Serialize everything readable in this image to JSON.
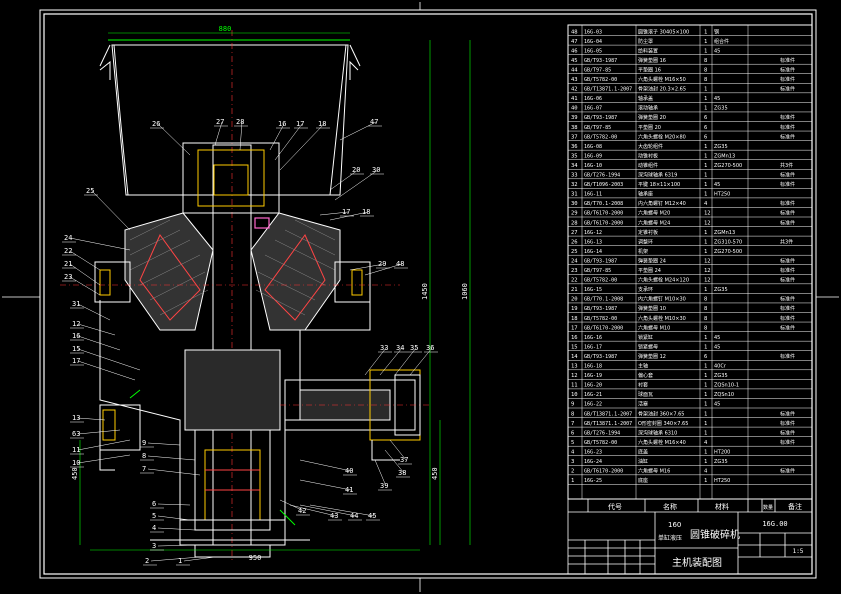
{
  "drawing": {
    "title_block": {
      "model": "160",
      "subtitle": "单缸液压",
      "machine": "圆锥破碎机",
      "drawing_name": "主机装配图",
      "drawing_no": "16G.00",
      "scale": "1:5",
      "hdr_code": "代号",
      "hdr_name": "名称",
      "hdr_material": "材料",
      "hdr_remark": "备注",
      "hdr_qty": "数量"
    },
    "dims": {
      "top_width": "880",
      "bottom_width": "950",
      "overall_height": "1060",
      "h2": "1450",
      "h3": "450",
      "h4": "450"
    },
    "part_labels_left": [
      "24",
      "22",
      "21",
      "23",
      "31",
      "12",
      "16",
      "15",
      "17",
      "13",
      "63",
      "11",
      "10",
      "9",
      "8",
      "7",
      "6",
      "5",
      "4",
      "3",
      "2",
      "1"
    ],
    "part_labels_top": [
      "26",
      "27",
      "28",
      "16",
      "17",
      "18",
      "47",
      "20",
      "30",
      "25",
      "17",
      "18"
    ],
    "part_labels_right": [
      "29",
      "48",
      "33",
      "34",
      "35",
      "36",
      "37",
      "38",
      "39",
      "40",
      "41",
      "42",
      "43",
      "44",
      "45"
    ]
  },
  "bom_rows": [
    [
      "48",
      "16G-03",
      "圆锥滚子 30405×100",
      "1",
      "钢",
      ""
    ],
    [
      "47",
      "16G-04",
      "防尘罩",
      "1",
      "组合件",
      ""
    ],
    [
      "46",
      "16G-05",
      "给料装置",
      "1",
      "45",
      ""
    ],
    [
      "45",
      "GB/T93-1987",
      "弹簧垫圈 16",
      "8",
      "",
      "标准件"
    ],
    [
      "44",
      "GB/T97-85",
      "平垫圈 16",
      "8",
      "",
      "标准件"
    ],
    [
      "43",
      "GB/T5782-00",
      "六角头螺栓 M16×50",
      "8",
      "",
      "标准件"
    ],
    [
      "42",
      "GB/T13871.1-2007",
      "骨架油封 20.3×2.65",
      "1",
      "",
      "标准件"
    ],
    [
      "41",
      "16G-06",
      "轴承盖",
      "1",
      "45",
      ""
    ],
    [
      "40",
      "16G-07",
      "滚动轴承",
      "1",
      "ZG35",
      ""
    ],
    [
      "39",
      "GB/T93-1987",
      "弹簧垫圈 20",
      "6",
      "",
      "标准件"
    ],
    [
      "38",
      "GB/T97-85",
      "平垫圈 20",
      "6",
      "",
      "标准件"
    ],
    [
      "37",
      "GB/T5782-00",
      "六角头螺栓 M20×80",
      "6",
      "",
      "标准件"
    ],
    [
      "36",
      "16G-08",
      "大齿轮组件",
      "1",
      "ZG35",
      ""
    ],
    [
      "35",
      "16G-09",
      "动锥衬板",
      "1",
      "ZGMn13",
      ""
    ],
    [
      "34",
      "16G-10",
      "动锥组件",
      "1",
      "ZG270-500",
      "共3件"
    ],
    [
      "33",
      "GB/T276-1994",
      "深沟球轴承 6319",
      "1",
      "",
      "标准件"
    ],
    [
      "32",
      "GB/T1096-2003",
      "平键 18×11×100",
      "1",
      "45",
      "标准件"
    ],
    [
      "31",
      "16G-11",
      "轴承座",
      "1",
      "HT250",
      ""
    ],
    [
      "30",
      "GB/T70.1-2008",
      "内六角螺钉 M12×40",
      "4",
      "",
      "标准件"
    ],
    [
      "29",
      "GB/T6170-2000",
      "六角螺母 M20",
      "12",
      "",
      "标准件"
    ],
    [
      "28",
      "GB/T6170-2000",
      "六角螺母 M24",
      "12",
      "",
      "标准件"
    ],
    [
      "27",
      "16G-12",
      "定锥衬板",
      "1",
      "ZGMn13",
      ""
    ],
    [
      "26",
      "16G-13",
      "调整环",
      "1",
      "ZG310-570",
      "共3件"
    ],
    [
      "25",
      "16G-14",
      "机架",
      "1",
      "ZG270-500",
      ""
    ],
    [
      "24",
      "GB/T93-1987",
      "弹簧垫圈 24",
      "12",
      "",
      "标准件"
    ],
    [
      "23",
      "GB/T97-85",
      "平垫圈 24",
      "12",
      "",
      "标准件"
    ],
    [
      "22",
      "GB/T5782-00",
      "六角头螺栓 M24×120",
      "12",
      "",
      "标准件"
    ],
    [
      "21",
      "16G-15",
      "支承环",
      "1",
      "ZG35",
      ""
    ],
    [
      "20",
      "GB/T70.1-2008",
      "内六角螺钉 M10×30",
      "8",
      "",
      "标准件"
    ],
    [
      "19",
      "GB/T93-1987",
      "弹簧垫圈 10",
      "8",
      "",
      "标准件"
    ],
    [
      "18",
      "GB/T5782-00",
      "六角头螺栓 M10×30",
      "8",
      "",
      "标准件"
    ],
    [
      "17",
      "GB/T6170-2000",
      "六角螺母 M10",
      "8",
      "",
      "标准件"
    ],
    [
      "16",
      "16G-16",
      "锁紧缸",
      "1",
      "45",
      ""
    ],
    [
      "15",
      "16G-17",
      "锁紧螺母",
      "1",
      "45",
      ""
    ],
    [
      "14",
      "GB/T93-1987",
      "弹簧垫圈 12",
      "6",
      "",
      "标准件"
    ],
    [
      "13",
      "16G-18",
      "主轴",
      "1",
      "40Cr",
      ""
    ],
    [
      "12",
      "16G-19",
      "偏心套",
      "1",
      "ZG35",
      ""
    ],
    [
      "11",
      "16G-20",
      "衬套",
      "1",
      "ZQSn10-1",
      ""
    ],
    [
      "10",
      "16G-21",
      "球面瓦",
      "1",
      "ZQSn10",
      ""
    ],
    [
      "9",
      "16G-22",
      "活塞",
      "1",
      "45",
      ""
    ],
    [
      "8",
      "GB/T13871.1-2007",
      "骨架油封 360×7.65",
      "1",
      "",
      "标准件"
    ],
    [
      "7",
      "GB/T13871.1-2007",
      "O形密封圈 340×7.65",
      "1",
      "",
      "标准件"
    ],
    [
      "6",
      "GB/T276-1994",
      "深沟球轴承 6310",
      "1",
      "",
      "标准件"
    ],
    [
      "5",
      "GB/T5782-00",
      "六角头螺栓 M16×40",
      "4",
      "",
      "标准件"
    ],
    [
      "4",
      "16G-23",
      "底盖",
      "1",
      "HT200",
      ""
    ],
    [
      "3",
      "16G-24",
      "油缸",
      "1",
      "ZG35",
      ""
    ],
    [
      "2",
      "GB/T6170-2000",
      "六角螺母 M16",
      "4",
      "",
      "标准件"
    ],
    [
      "1",
      "16G-25",
      "底座",
      "1",
      "HT250",
      ""
    ]
  ]
}
